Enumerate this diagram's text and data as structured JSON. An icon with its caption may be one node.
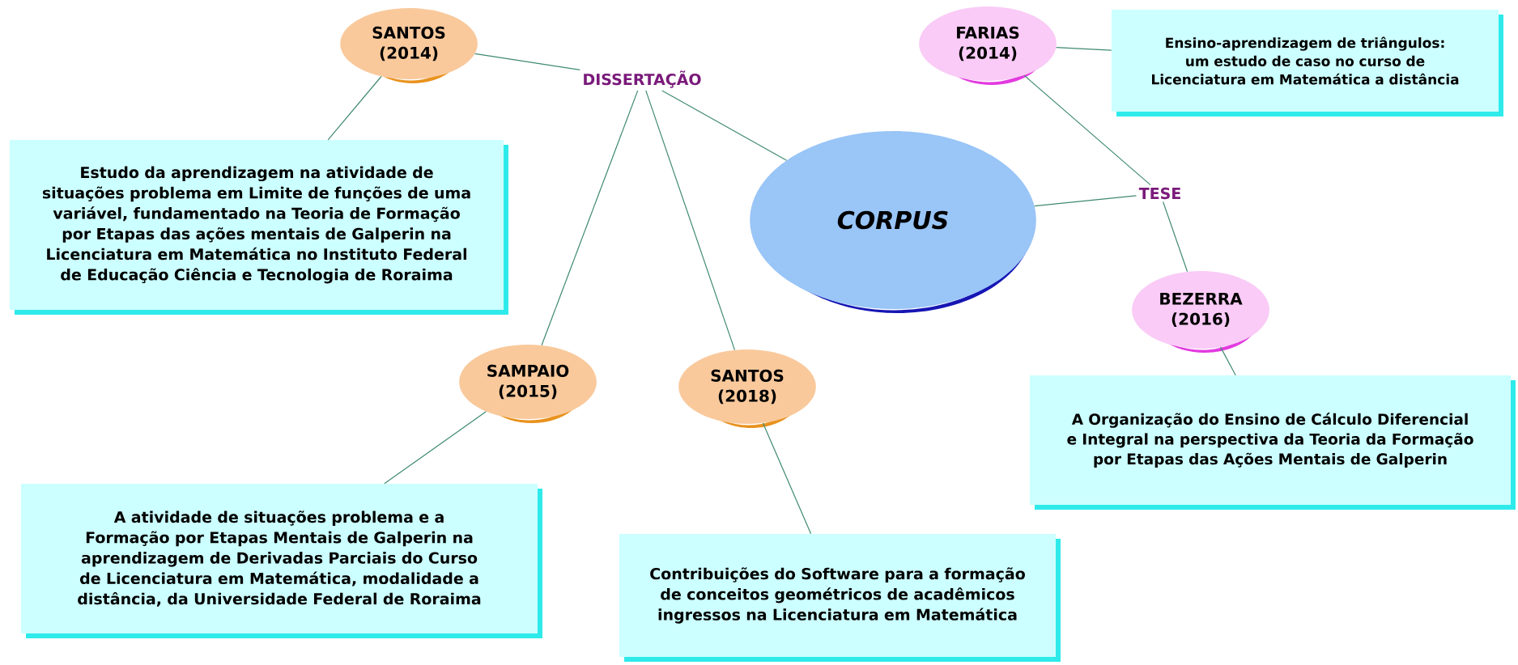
{
  "diagram": {
    "nodes": [
      {
        "text": [
          "CORPUS"
        ]
      },
      {
        "text": [
          "DISSERTAÇÃO"
        ]
      },
      {
        "text": [
          "TESE"
        ]
      },
      {
        "text": [
          "SANTOS (2014)"
        ]
      },
      {
        "text": [
          "Estudo da aprendizagem na atividade de situações problema em Limite de funções de uma variável, fundamentado na Teoria de Formação por Etapas das ações mentais de Galperin na Licenciatura em Matemática no Instituto Federal de Educação Ciência e Tecnologia de Roraima"
        ]
      },
      {
        "text": [
          "SAMPAIO (2015)"
        ]
      },
      {
        "text": [
          "A atividade de situações problema e a Formação por Etapas Mentais de Galperin na aprendizagem de Derivadas Parciais do Curso de Licenciatura em Matemática, modalidade a distância, da Universidade Federal de Roraima"
        ]
      },
      {
        "text": [
          "SANTOS (2018)"
        ]
      },
      {
        "text": [
          "Contribuições do Software para a formação de conceitos geométricos de acadêmicos ingressos na Licenciatura em Matemática"
        ]
      },
      {
        "text": [
          "FARIAS (2014)"
        ]
      },
      {
        "text": [
          "Ensino-aprendizagem de triângulos: um estudo de caso no curso de Licenciatura em Matemática a distância"
        ]
      },
      {
        "text": [
          "BEZERRA (2016)"
        ]
      },
      {
        "text": [
          "A Organização do Ensino de Cálculo Diferencial e Integral na perspectiva da Teoria da Formação por Etapas das Ações Mentais de Galperin"
        ]
      }
    ],
    "edges": [
      {
        "from": 1,
        "to": 3,
        "arrow": "none"
      },
      {
        "from": 3,
        "to": 4,
        "arrow": "none"
      },
      {
        "from": 1,
        "to": 5,
        "arrow": "none"
      },
      {
        "from": 1,
        "to": 7,
        "arrow": "none"
      },
      {
        "from": 1,
        "to": 0,
        "arrow": "none"
      },
      {
        "from": 5,
        "to": 6,
        "arrow": "none"
      },
      {
        "from": 7,
        "to": 8,
        "arrow": "none"
      },
      {
        "from": 2,
        "to": 0,
        "arrow": "none"
      },
      {
        "from": 2,
        "to": 9,
        "arrow": "none"
      },
      {
        "from": 9,
        "to": 10,
        "arrow": "none"
      },
      {
        "from": 2,
        "to": 11,
        "arrow": "none"
      },
      {
        "from": 11,
        "to": 12,
        "arrow": "none"
      }
    ]
  }
}
